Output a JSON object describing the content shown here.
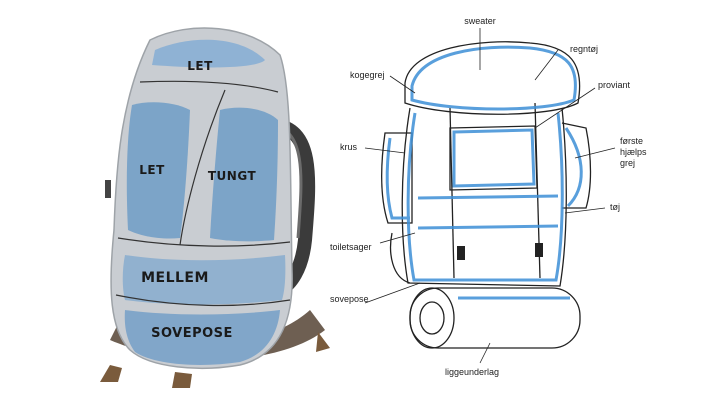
{
  "left_backpack": {
    "zones": [
      {
        "id": "top",
        "label": "LET"
      },
      {
        "id": "left-middle",
        "label": "LET"
      },
      {
        "id": "right-middle",
        "label": "TUNGT"
      },
      {
        "id": "lower",
        "label": "MELLEM"
      },
      {
        "id": "bottom",
        "label": "SOVEPOSE"
      }
    ]
  },
  "right_diagram": {
    "callouts": [
      {
        "id": "sweater",
        "label": "sweater"
      },
      {
        "id": "regntoj",
        "label": "regntøj"
      },
      {
        "id": "kogegrej",
        "label": "kogegrej"
      },
      {
        "id": "proviant",
        "label": "proviant"
      },
      {
        "id": "krus",
        "label": "krus"
      },
      {
        "id": "forste-hjaelps-1",
        "label": "første"
      },
      {
        "id": "forste-hjaelps-2",
        "label": "hjælps"
      },
      {
        "id": "forste-hjaelps-3",
        "label": "grej"
      },
      {
        "id": "toj",
        "label": "tøj"
      },
      {
        "id": "toiletsager",
        "label": "toiletsager"
      },
      {
        "id": "sovepose",
        "label": "sovepose"
      },
      {
        "id": "liggeunderlag",
        "label": "liggeunderlag"
      }
    ]
  },
  "colors": {
    "pack_grey": "#c9cdd2",
    "pack_blue": "#6f9cc7",
    "sketch_blue": "#3d8fd6",
    "ink": "#222222"
  }
}
